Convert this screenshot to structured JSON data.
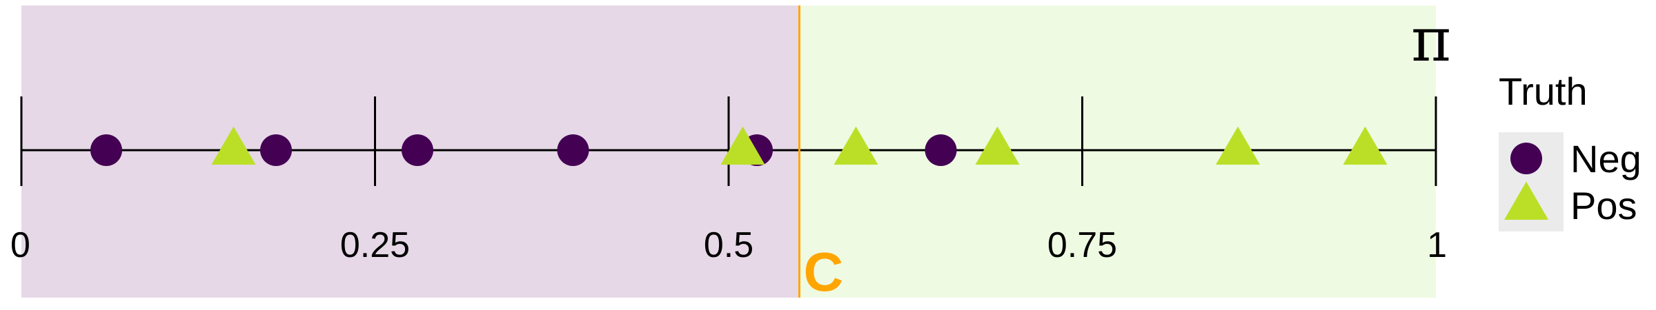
{
  "chart_data": {
    "type": "scatter",
    "xlim": [
      0,
      1
    ],
    "x_ticks": [
      0,
      0.25,
      0.5,
      0.75,
      1
    ],
    "x_tick_labels": [
      "0",
      "0.25",
      "0.5",
      "0.75",
      "1"
    ],
    "axis_title": "π",
    "cutoff": {
      "value": 0.55,
      "label": "C",
      "color": "#FFA500"
    },
    "regions": [
      {
        "from": 0,
        "to": 0.55,
        "color": "#E6D8E6"
      },
      {
        "from": 0.55,
        "to": 1,
        "color": "#EFFAE2"
      }
    ],
    "series": [
      {
        "name": "Neg",
        "shape": "circle",
        "color": "#440154",
        "x": [
          0.06,
          0.18,
          0.28,
          0.39,
          0.52,
          0.65
        ]
      },
      {
        "name": "Pos",
        "shape": "triangle",
        "color": "#BBDF27",
        "x": [
          0.15,
          0.51,
          0.59,
          0.69,
          0.86,
          0.95
        ]
      }
    ],
    "legend": {
      "title": "Truth",
      "position": "right"
    },
    "grid": false
  }
}
